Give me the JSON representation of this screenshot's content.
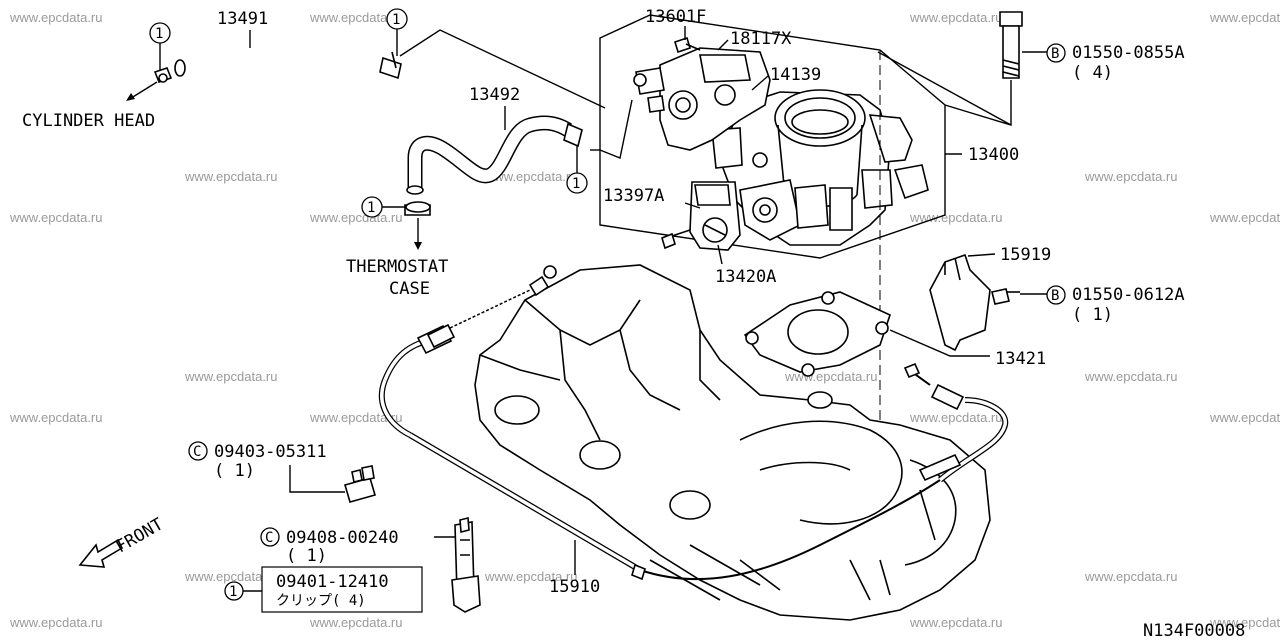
{
  "watermark": "www.epcdata.ru",
  "parts": {
    "p13491": "13491",
    "p13492": "13492",
    "p13601f": "13601F",
    "p18117x": "18117X",
    "p14139": "14139",
    "p13400": "13400",
    "p13397a": "13397A",
    "p13420a": "13420A",
    "p15919": "15919",
    "p13421": "13421",
    "p15910": "15910"
  },
  "callouts": {
    "bolt1": {
      "marker": "B",
      "code": "01550-0855A",
      "qty": "( 4)"
    },
    "bolt2": {
      "marker": "B",
      "code": "01550-0612A",
      "qty": "( 1)"
    },
    "clamp1": {
      "marker": "C",
      "code": "09403-05311",
      "qty": "( 1)"
    },
    "clamp2": {
      "marker": "C",
      "code": "09408-00240",
      "qty": "( 1)"
    },
    "clip": {
      "marker": "1",
      "code": "09401-12410",
      "desc": "クリップ( 4)"
    }
  },
  "ref_marker": "1",
  "destinations": {
    "cylinder_head": "CYLINDER HEAD",
    "thermostat_l1": "THERMOSTAT",
    "thermostat_l2": "CASE",
    "front": "FRONT"
  },
  "diagram_code": "N134F00008"
}
